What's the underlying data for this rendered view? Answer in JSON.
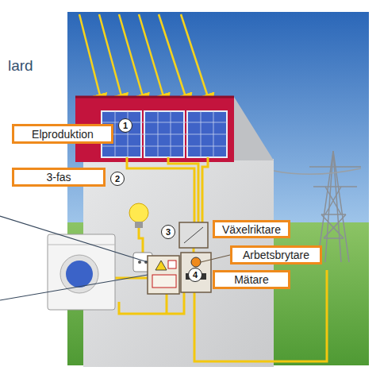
{
  "diagram": {
    "nodes": [
      {
        "text": [
          "Elproduktion"
        ]
      },
      {
        "text": [
          "3-fas"
        ]
      },
      {
        "text": [
          "Växelriktare"
        ]
      },
      {
        "text": [
          "Arbetsbrytare"
        ]
      },
      {
        "text": [
          "Mätare"
        ]
      }
    ],
    "labels": [
      "lard",
      "1",
      "2",
      "3",
      "4"
    ]
  }
}
